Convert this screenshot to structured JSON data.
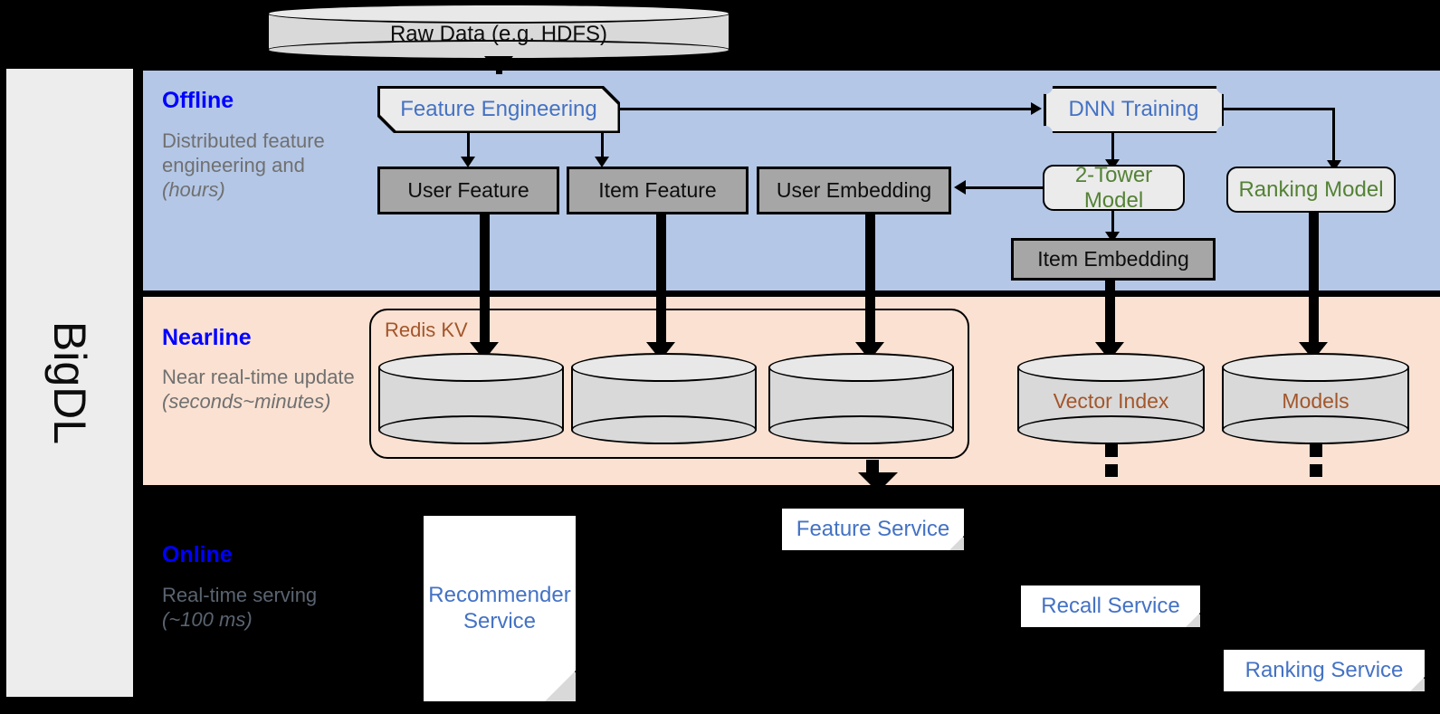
{
  "framework": {
    "name": "BigDL"
  },
  "source": {
    "label": "Raw Data (e.g. HDFS)"
  },
  "bands": {
    "offline": {
      "title": "Offline",
      "subtitle": "Distributed feature engineering and ",
      "subtitle_italic": "(hours)",
      "bg": "#b4c7e7"
    },
    "nearline": {
      "title": "Nearline",
      "subtitle": "Near real-time update ",
      "subtitle_italic": "(seconds~minutes)",
      "bg": "#fae1d2"
    },
    "online": {
      "title": "Online",
      "subtitle": "Real-time serving ",
      "subtitle_italic": "(~100 ms)",
      "bg": "#000000"
    }
  },
  "offline_nodes": {
    "feature_engineering": "Feature Engineering",
    "dnn_training": "DNN Training",
    "user_feature": "User Feature",
    "item_feature": "Item Feature",
    "user_embedding": "User Embedding",
    "two_tower_model": "2-Tower Model",
    "ranking_model": "Ranking Model",
    "item_embedding": "Item Embedding"
  },
  "nearline_nodes": {
    "redis_kv": "Redis KV",
    "store_1": "",
    "store_2": "",
    "store_3": "",
    "vector_index": "Vector Index",
    "models": "Models"
  },
  "online_nodes": {
    "recommender_service": "Recommender Service",
    "feature_service": "Feature Service",
    "recall_service": "Recall Service",
    "ranking_service": "Ranking Service"
  },
  "colors": {
    "offline_band": "#b4c7e7",
    "nearline_band": "#fae1d2",
    "online_band": "#000000",
    "grey_box": "#a6a6a6",
    "process_box": "#ebebeb",
    "cylinder": "#d9d9d9",
    "title_blue": "#0000ff",
    "text_blue": "#4472c4",
    "text_green": "#548235",
    "text_brown": "#a3562a",
    "subtitle_grey": "#707070"
  }
}
